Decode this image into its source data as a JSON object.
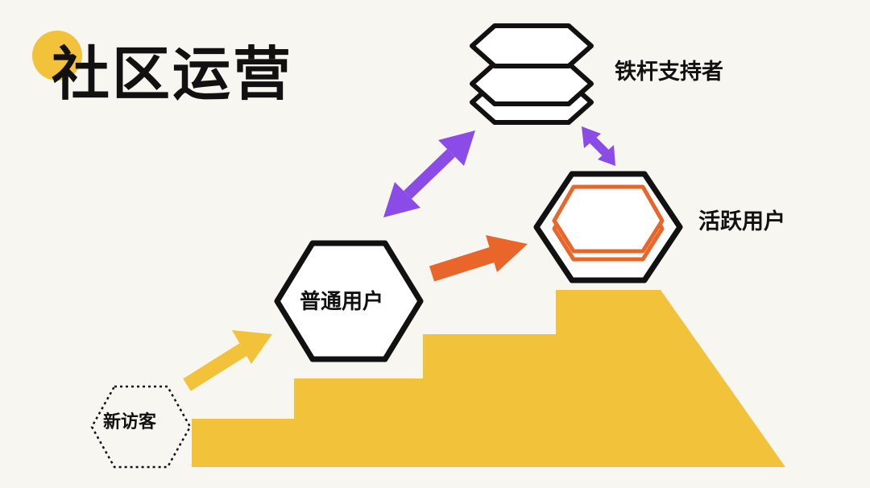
{
  "title": "社区运营",
  "stages": {
    "new_visitor": "新访客",
    "normal_user": "普通用户",
    "active_user": "活跃用户",
    "iron_supporter": "铁杆支持者"
  },
  "colors": {
    "yellow": "#f2c23a",
    "orange": "#e8662a",
    "purple": "#8a4be6",
    "black": "#111111",
    "background": "#f8f6f1"
  },
  "icons": {
    "new_visitor": "dotted-hexagon-icon",
    "normal_user": "hexagon-icon",
    "active_user": "nested-hexagon-icon",
    "iron_supporter": "stacked-layers-icon"
  }
}
